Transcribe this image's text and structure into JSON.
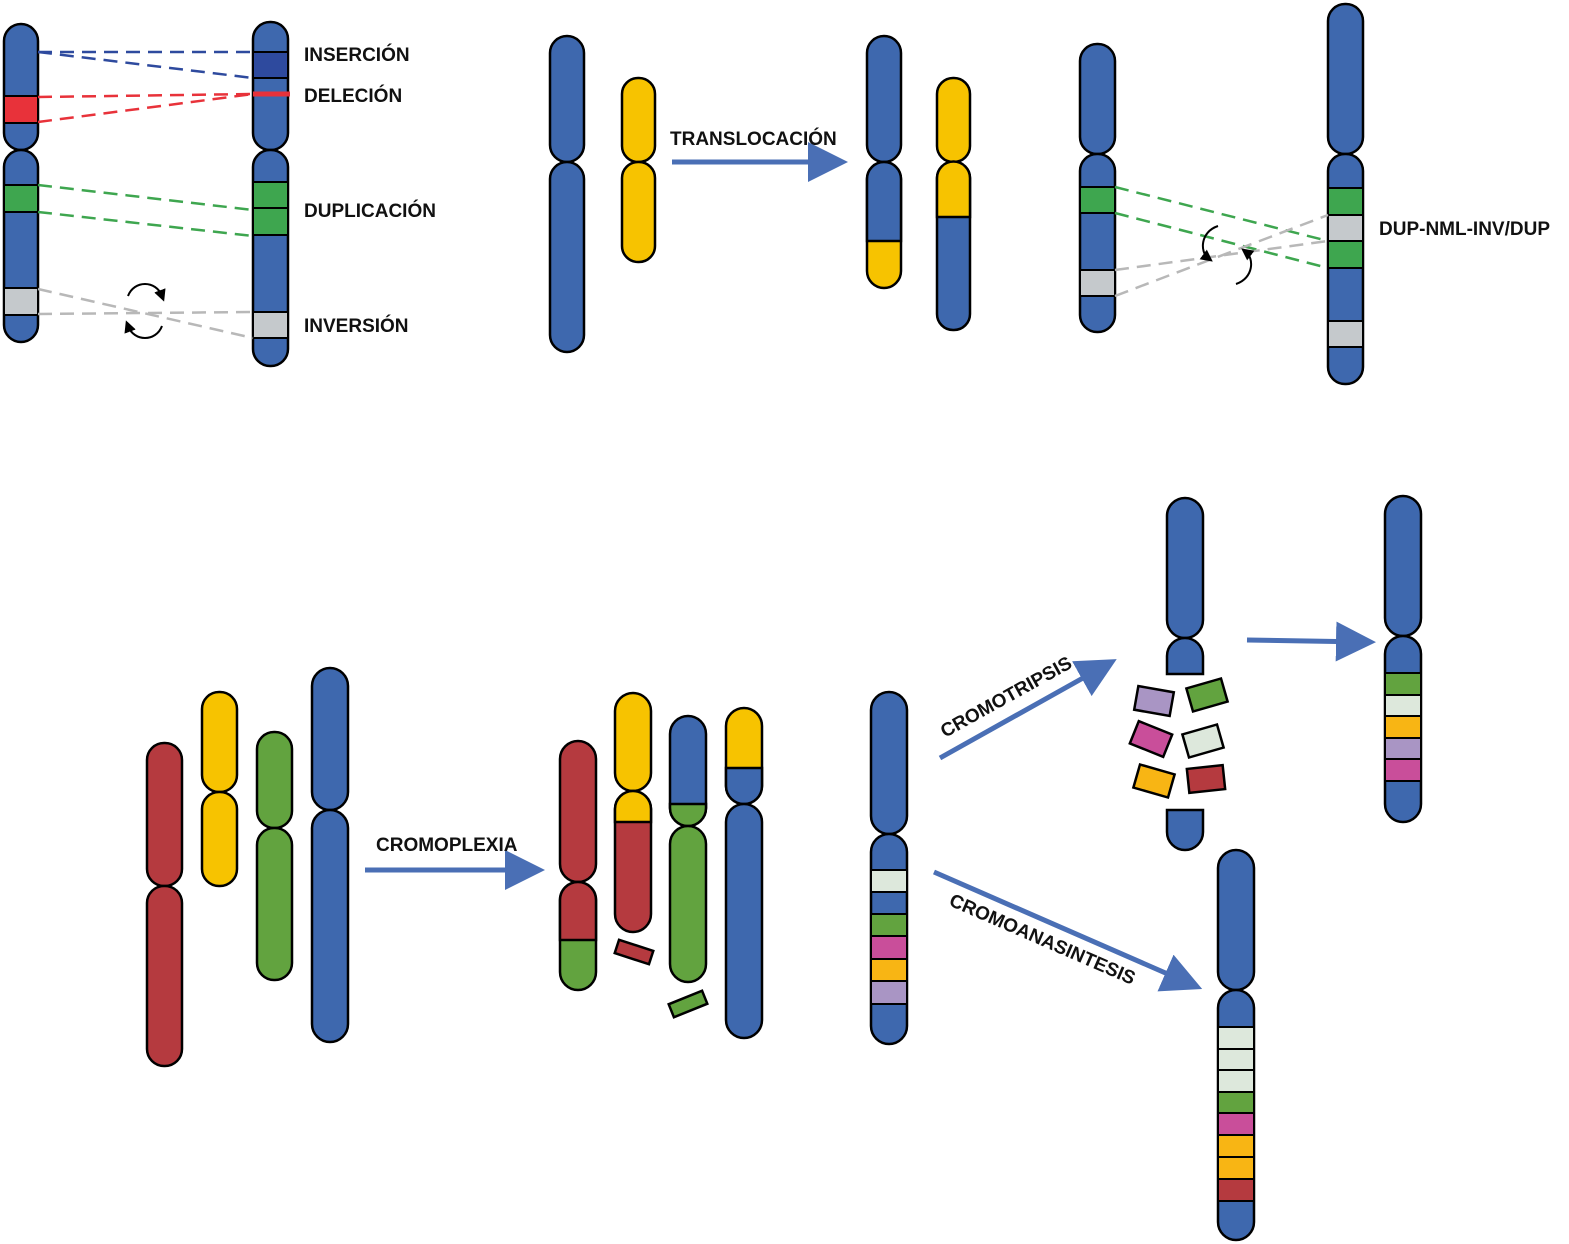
{
  "labels": {
    "insertion": "INSERCIÓN",
    "deletion": "DELECIÓN",
    "duplication": "DUPLICACIÓN",
    "inversion": "INVERSIÓN",
    "translocation": "TRANSLOCACIÓN",
    "dup_nml_inv_dup": "DUP-NML-INV/DUP",
    "chromoplexy": "CROMOPLEXIA",
    "chromothripsis": "CROMOTRIPSIS",
    "chromoanasynthesis": "CROMOANASINTESIS"
  },
  "colors": {
    "chromosome_blue": "#3e68ae",
    "insertion_navy": "#2e4a9e",
    "deletion_red": "#e8323a",
    "duplication_green": "#3ea64f",
    "inversion_gray": "#c5c9cc",
    "translocation_yellow": "#f7c300",
    "dark_red": "#b53a3f",
    "olive_green": "#62a33f",
    "pale_green": "#dde8dc",
    "magenta": "#c94e9a",
    "orange": "#f8b514",
    "lavender": "#a995c4",
    "arrow_blue": "#4a6fb5",
    "dash_gray": "#b8b8b8"
  }
}
